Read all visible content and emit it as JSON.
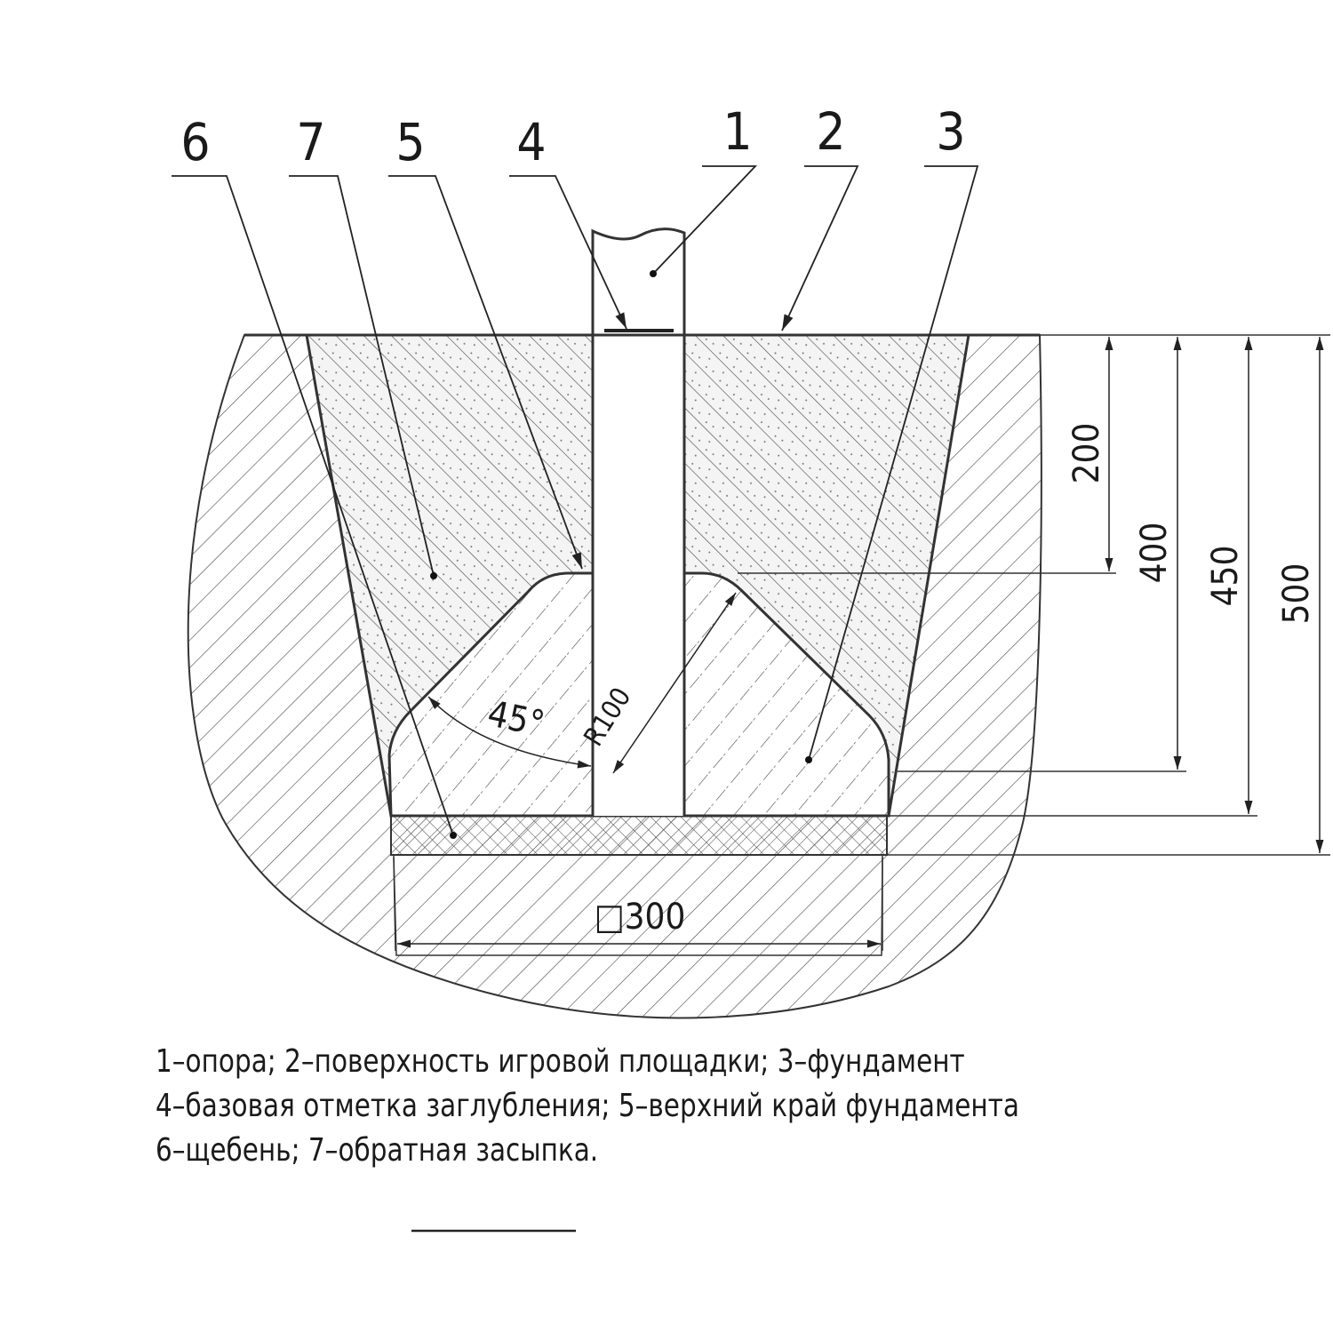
{
  "callouts": [
    "1",
    "2",
    "3",
    "4",
    "5",
    "6",
    "7"
  ],
  "dimensions": {
    "d200": "200",
    "d400": "400",
    "d450": "450",
    "d500": "500",
    "width": "□300",
    "radius": "R100",
    "angle": "45°"
  },
  "legend": [
    "1–опора; 2–поверхность игровой площадки; 3–фундамент",
    "4–базовая отметка заглубления; 5–верхний край фундамента",
    "6–щебень; 7–обратная засыпка."
  ]
}
